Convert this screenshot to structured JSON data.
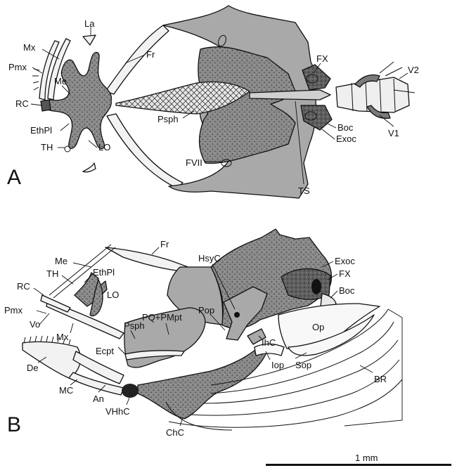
{
  "panels": {
    "a": {
      "letter": "A"
    },
    "b": {
      "letter": "B"
    }
  },
  "labels_a": {
    "la": "La",
    "mx": "Mx",
    "pmx": "Pmx",
    "me": "Me",
    "rc": "RC",
    "ethpl": "EthPl",
    "th": "TH",
    "lo": "LO",
    "fr": "Fr",
    "psph": "Psph",
    "fvii": "FVII",
    "fx": "FX",
    "boc": "Boc",
    "exoc": "Exoc",
    "ts": "TS",
    "v1": "V1",
    "v2": "V2"
  },
  "labels_b": {
    "fr": "Fr",
    "me": "Me",
    "th": "TH",
    "ethpl": "EthPl",
    "rc": "RC",
    "lo": "LO",
    "pmx": "Pmx",
    "vo": "Vo",
    "mx": "Mx",
    "de": "De",
    "pq_pmpt": "PQ+PMpt",
    "psph": "Psph",
    "ecpt": "Ecpt",
    "hsyc": "HsyC",
    "exoc": "Exoc",
    "fx": "FX",
    "boc": "Boc",
    "pop": "Pop",
    "op": "Op",
    "ihc": "IhC",
    "iop": "Iop",
    "sop": "Sop",
    "br": "BR",
    "mc": "MC",
    "an": "An",
    "vhhc": "VHhC",
    "chc": "ChC"
  },
  "scale_bar": {
    "label": "1 mm"
  },
  "colors": {
    "cartilage_dark": "#6e6e6e",
    "bone_light": "#a8a8a8",
    "mid": "#8c8c8c",
    "ink": "#111111"
  }
}
